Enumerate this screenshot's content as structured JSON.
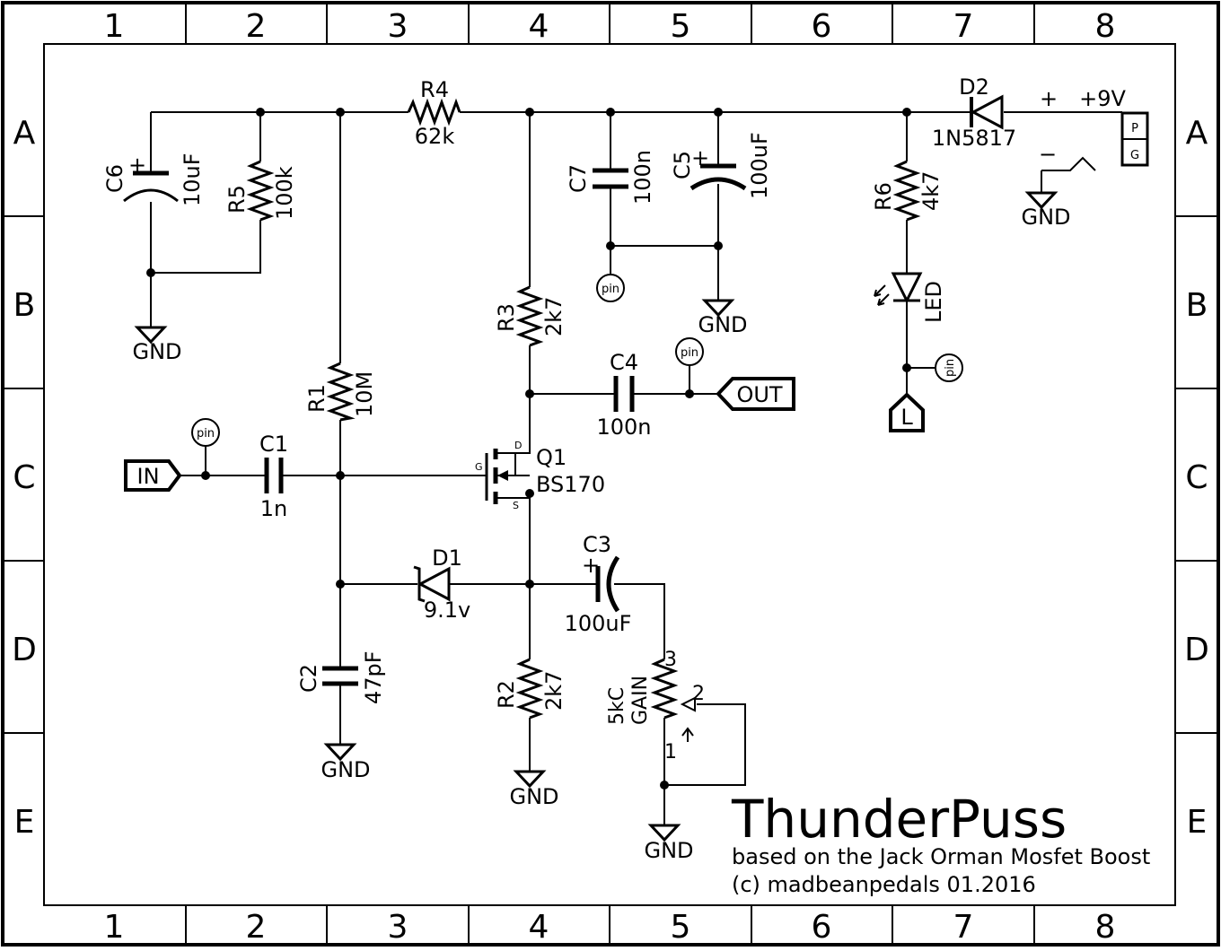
{
  "frame": {
    "columns": [
      "1",
      "2",
      "3",
      "4",
      "5",
      "6",
      "7",
      "8"
    ],
    "rows": [
      "A",
      "B",
      "C",
      "D",
      "E"
    ]
  },
  "title": {
    "name": "ThunderPuss",
    "subtitle": "based on the Jack Orman Mosfet Boost",
    "credit": "(c) madbeanpedals  01.2016"
  },
  "components": {
    "r4": {
      "ref": "R4",
      "value": "62k"
    },
    "r5": {
      "ref": "R5",
      "value": "100k"
    },
    "r1": {
      "ref": "R1",
      "value": "10M"
    },
    "r3": {
      "ref": "R3",
      "value": "2k7"
    },
    "r2": {
      "ref": "R2",
      "value": "2k7"
    },
    "r6": {
      "ref": "R6",
      "value": "4k7"
    },
    "c6": {
      "ref": "C6",
      "value": "10uF"
    },
    "c7": {
      "ref": "C7",
      "value": "100n"
    },
    "c5": {
      "ref": "C5",
      "value": "100uF"
    },
    "c4": {
      "ref": "C4",
      "value": "100n"
    },
    "c1": {
      "ref": "C1",
      "value": "1n"
    },
    "c2": {
      "ref": "C2",
      "value": "47pF"
    },
    "c3": {
      "ref": "C3",
      "value": "100uF"
    },
    "d1": {
      "ref": "D1",
      "value": "9.1v"
    },
    "d2": {
      "ref": "D2",
      "value": "1N5817"
    },
    "q1": {
      "ref": "Q1",
      "value": "BS170",
      "pin_d": "D",
      "pin_g": "G",
      "pin_s": "S"
    },
    "led": {
      "value": "LED"
    },
    "pot": {
      "value": "5kC",
      "name": "GAIN",
      "pin1": "1",
      "pin2": "2",
      "pin3": "3"
    }
  },
  "ports": {
    "in": "IN",
    "out": "OUT",
    "l": "L"
  },
  "pin_label": "pin",
  "gnd_label": "GND",
  "power": {
    "plus": "+",
    "minus": "−",
    "voltage": "+9V",
    "p": "P",
    "g": "G"
  },
  "polarity_mark": "+"
}
